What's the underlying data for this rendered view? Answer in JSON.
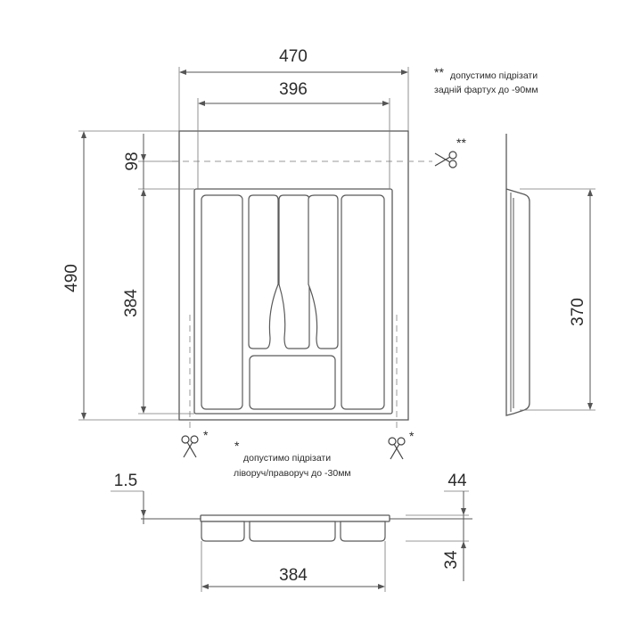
{
  "dimensions": {
    "outer_width": "470",
    "inner_width": "396",
    "outer_depth": "490",
    "cut_back": "98",
    "inner_depth": "384",
    "side_depth": "370",
    "wall_thickness": "1.5",
    "profile_height_total": "44",
    "profile_height_inner": "34",
    "bottom_width": "384"
  },
  "notes": {
    "back_cut_mark": "**",
    "back_cut_line1": "допустимо підрізати",
    "back_cut_line2": "задній фартух до -90мм",
    "side_cut_mark": "*",
    "side_cut_line1": "допустимо підрізати",
    "side_cut_line2": "ліворуч/праворуч до -30мм"
  },
  "icons": {
    "cut": "scissors-icon"
  }
}
